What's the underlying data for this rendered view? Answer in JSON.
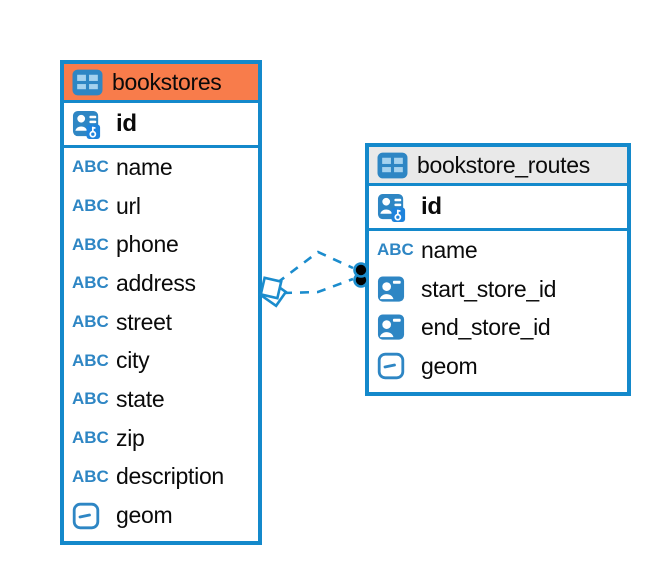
{
  "diagram": {
    "abc_icon_text": "ABC",
    "tables": [
      {
        "title": "bookstores",
        "header_color": "#f87c4b",
        "rows": [
          {
            "label": "id",
            "icon": "primary-key-icon",
            "pk": true
          },
          {
            "label": "name",
            "icon": "text-type-icon"
          },
          {
            "label": "url",
            "icon": "text-type-icon"
          },
          {
            "label": "phone",
            "icon": "text-type-icon"
          },
          {
            "label": "address",
            "icon": "text-type-icon"
          },
          {
            "label": "street",
            "icon": "text-type-icon"
          },
          {
            "label": "city",
            "icon": "text-type-icon"
          },
          {
            "label": "state",
            "icon": "text-type-icon"
          },
          {
            "label": "zip",
            "icon": "text-type-icon"
          },
          {
            "label": "description",
            "icon": "text-type-icon"
          },
          {
            "label": "geom",
            "icon": "geometry-type-icon"
          }
        ]
      },
      {
        "title": "bookstore_routes",
        "header_color": "#e9e9e9",
        "rows": [
          {
            "label": "id",
            "icon": "primary-key-icon",
            "pk": true
          },
          {
            "label": "name",
            "icon": "text-type-icon"
          },
          {
            "label": "start_store_id",
            "icon": "foreign-key-icon"
          },
          {
            "label": "end_store_id",
            "icon": "foreign-key-icon"
          },
          {
            "label": "geom",
            "icon": "geometry-type-icon"
          }
        ]
      }
    ],
    "relationship": {
      "from_table": "bookstores",
      "to_table": "bookstore_routes",
      "line_style": "dashed",
      "from_marker": "diamond-marker",
      "to_marker": "dot-marker"
    },
    "colors": {
      "table_border": "#1489cb",
      "bookstores_header": "#f87c4b",
      "bookstore_routes_header": "#e9e9e9",
      "icon_blue": "#2e86c4",
      "connector": "#1b8ccd"
    }
  }
}
